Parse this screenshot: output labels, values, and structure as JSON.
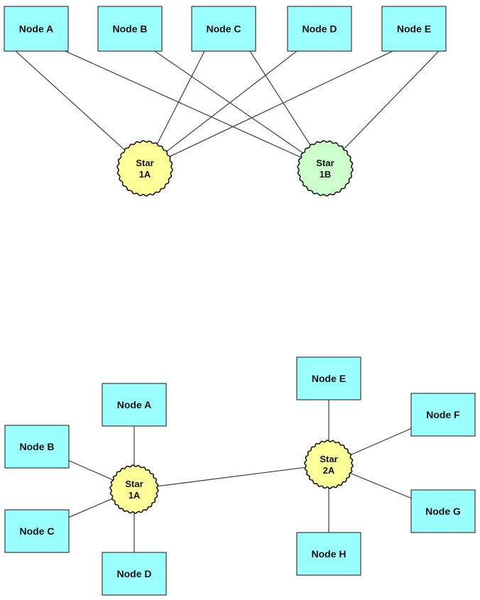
{
  "colors": {
    "node_fill": "#99ffff",
    "node_stroke": "#3a3a3a",
    "star_yellow": "#ffff99",
    "star_green": "#ccffcc",
    "link": "#4a4a4a"
  },
  "diagrams": [
    {
      "nodes": [
        {
          "id": "A",
          "label": "Node A"
        },
        {
          "id": "B",
          "label": "Node B"
        },
        {
          "id": "C",
          "label": "Node C"
        },
        {
          "id": "D",
          "label": "Node D"
        },
        {
          "id": "E",
          "label": "Node E"
        }
      ],
      "stars": [
        {
          "id": "1A",
          "lines": [
            "Star",
            "1A"
          ],
          "color": "yellow"
        },
        {
          "id": "1B",
          "lines": [
            "Star",
            "1B"
          ],
          "color": "green"
        }
      ],
      "links": [
        [
          "A",
          "1A"
        ],
        [
          "C",
          "1A"
        ],
        [
          "D",
          "1A"
        ],
        [
          "E",
          "1A"
        ],
        [
          "A",
          "1B"
        ],
        [
          "B",
          "1B"
        ],
        [
          "C",
          "1B"
        ],
        [
          "E",
          "1B"
        ]
      ]
    },
    {
      "nodes": [
        {
          "id": "A",
          "label": "Node A"
        },
        {
          "id": "B",
          "label": "Node B"
        },
        {
          "id": "C",
          "label": "Node C"
        },
        {
          "id": "D",
          "label": "Node D"
        },
        {
          "id": "E",
          "label": "Node E"
        },
        {
          "id": "F",
          "label": "Node F"
        },
        {
          "id": "G",
          "label": "Node G"
        },
        {
          "id": "H",
          "label": "Node H"
        }
      ],
      "stars": [
        {
          "id": "1A",
          "lines": [
            "Star",
            "1A"
          ],
          "color": "yellow"
        },
        {
          "id": "2A",
          "lines": [
            "Star",
            "2A"
          ],
          "color": "yellow"
        }
      ],
      "links": [
        [
          "A",
          "1A"
        ],
        [
          "B",
          "1A"
        ],
        [
          "C",
          "1A"
        ],
        [
          "D",
          "1A"
        ],
        [
          "1A",
          "2A"
        ],
        [
          "E",
          "2A"
        ],
        [
          "F",
          "2A"
        ],
        [
          "G",
          "2A"
        ],
        [
          "H",
          "2A"
        ]
      ]
    }
  ]
}
